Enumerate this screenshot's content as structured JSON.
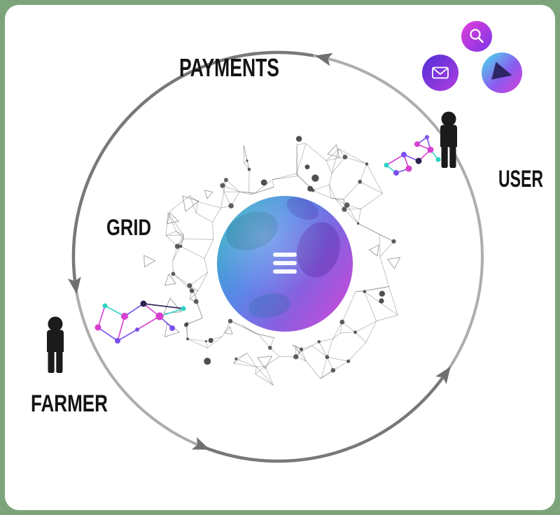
{
  "diagram": {
    "type": "circular-flow",
    "direction": "counterclockwise",
    "cycle": [
      "USER",
      "PAYMENTS",
      "GRID",
      "FARMER"
    ],
    "labels": {
      "payments": "PAYMENTS",
      "user": "USER",
      "grid": "GRID",
      "farmer": "FARMER"
    },
    "icons": {
      "bubbles": [
        "mail-icon",
        "search-icon",
        "prism-icon"
      ],
      "actors": [
        "user-person-icon",
        "farmer-person-icon"
      ],
      "center": "globe-with-threefold-logo",
      "decorations": [
        "network-mesh-sphere",
        "network-cluster-left",
        "network-cluster-right"
      ]
    },
    "colors": {
      "frame_green": "#7ca57c",
      "canvas_white": "#ffffff",
      "ring_gray": "#989898",
      "arrow_gray": "#6f6f6f",
      "text_black": "#141414",
      "mesh_gray": "#5a5a5a",
      "globe_teal": "#2fb0c4",
      "globe_blue": "#5b86e8",
      "globe_purple": "#8a5fe0",
      "globe_magenta": "#c94ad8",
      "cluster_magenta": "#d63fd0",
      "cluster_purple": "#7a4ff0",
      "cluster_cyan": "#2ed3c3",
      "cluster_dark": "#2b2350"
    }
  }
}
